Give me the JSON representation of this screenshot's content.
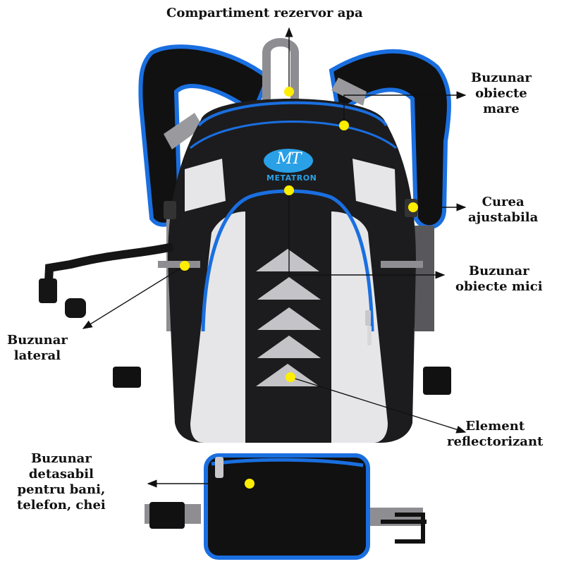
{
  "product": {
    "brand": "METATRON",
    "brand_mark": "MT",
    "colors": {
      "accent_blue": "#1a6fe0",
      "body_black": "#1c1c1e",
      "panel_light": "#e6e6e8",
      "strap_gray": "#8e8e92",
      "marker_yellow": "#ffee00"
    }
  },
  "annotations": {
    "water_reservoir": {
      "lines": [
        "Compartiment rezervor apa"
      ]
    },
    "large_pocket": {
      "lines": [
        "Buzunar",
        "obiecte",
        "mare"
      ]
    },
    "adjustable_strap": {
      "lines": [
        "Curea",
        "ajustabila"
      ]
    },
    "small_pocket": {
      "lines": [
        "Buzunar",
        "obiecte mici"
      ]
    },
    "side_pocket": {
      "lines": [
        "Buzunar",
        "lateral"
      ]
    },
    "reflective": {
      "lines": [
        "Element",
        "reflectorizant"
      ]
    },
    "detachable_pocket": {
      "lines": [
        "Buzunar",
        "detasabil",
        "pentru bani,",
        "telefon, chei"
      ]
    }
  }
}
